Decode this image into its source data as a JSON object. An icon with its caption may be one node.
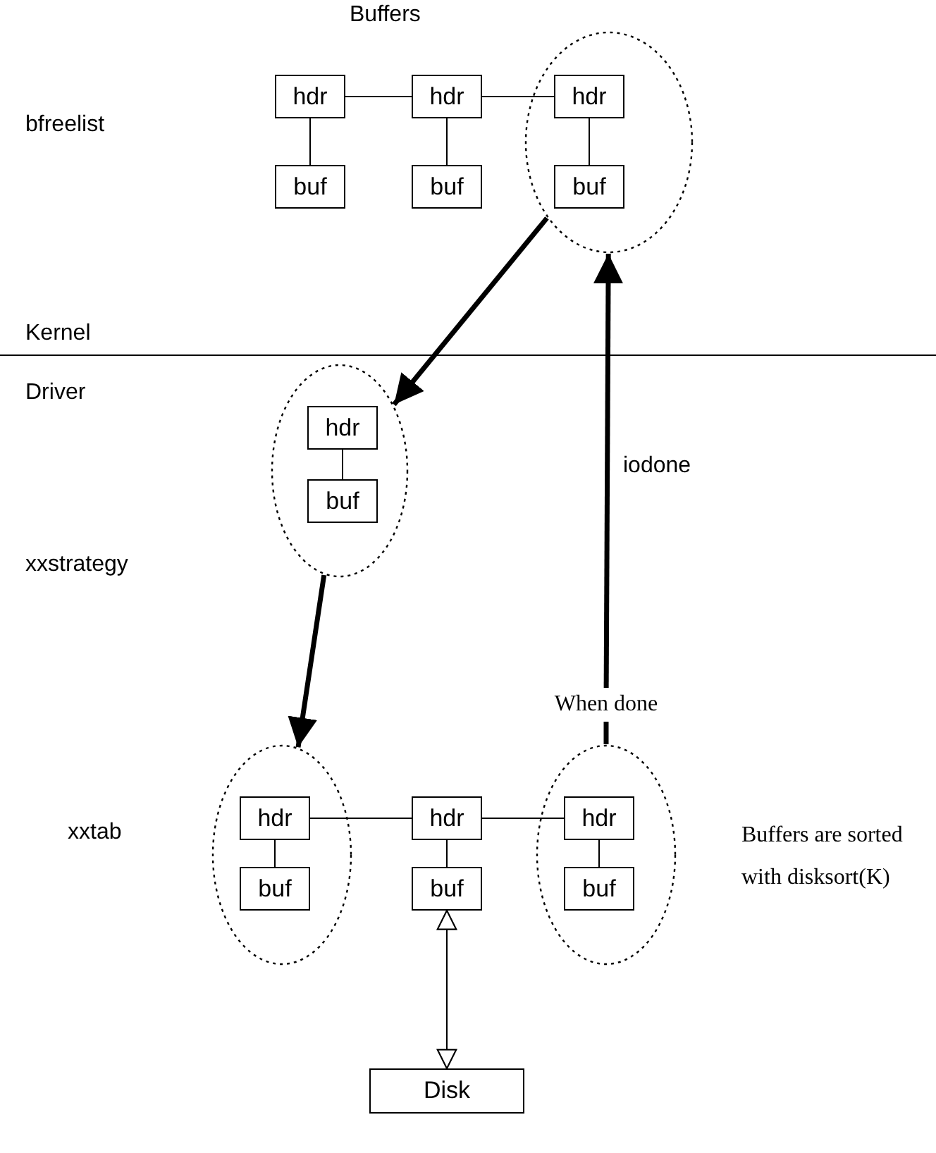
{
  "diagram": {
    "title": "Buffers",
    "nodes": [
      {
        "text": [
          "hdr"
        ]
      },
      {
        "text": [
          "buf"
        ]
      },
      {
        "text": [
          "hdr"
        ]
      },
      {
        "text": [
          "buf"
        ]
      },
      {
        "text": [],
        "shape": "ellipse"
      },
      {
        "text": [
          "hdr"
        ],
        "in": 4
      },
      {
        "text": [
          "buf"
        ],
        "in": 4
      },
      {
        "text": [],
        "shape": "ellipse"
      },
      {
        "text": [
          "hdr"
        ],
        "in": 7
      },
      {
        "text": [
          "buf"
        ],
        "in": 7
      },
      {
        "text": [],
        "shape": "ellipse"
      },
      {
        "text": [
          "hdr"
        ],
        "in": 10
      },
      {
        "text": [
          "buf"
        ],
        "in": 10
      },
      {
        "text": [
          "hdr"
        ]
      },
      {
        "text": [
          "buf"
        ]
      },
      {
        "text": [],
        "shape": "ellipse"
      },
      {
        "text": [
          "hdr"
        ],
        "in": 15
      },
      {
        "text": [
          "buf"
        ],
        "in": 15
      },
      {
        "text": [
          "When done"
        ]
      },
      {
        "text": [
          "Disk"
        ]
      }
    ],
    "edges": [
      {
        "from": 0,
        "to": 1,
        "arrow": "none"
      },
      {
        "from": 0,
        "to": 2,
        "arrow": "none"
      },
      {
        "from": 2,
        "to": 3,
        "arrow": "none"
      },
      {
        "from": 2,
        "to": 5,
        "arrow": "none"
      },
      {
        "from": 5,
        "to": 6,
        "arrow": "none"
      },
      {
        "from": 4,
        "to": 7,
        "arrow": "to",
        "style": "thick"
      },
      {
        "from": 8,
        "to": 9,
        "arrow": "none"
      },
      {
        "from": 7,
        "to": 10,
        "arrow": "to",
        "style": "thick"
      },
      {
        "from": 11,
        "to": 12,
        "arrow": "none"
      },
      {
        "from": 11,
        "to": 13,
        "arrow": "none"
      },
      {
        "from": 13,
        "to": 14,
        "arrow": "none"
      },
      {
        "from": 13,
        "to": 16,
        "arrow": "none"
      },
      {
        "from": 16,
        "to": 17,
        "arrow": "none"
      },
      {
        "from": 15,
        "to": 18,
        "arrow": "none",
        "style": "thick"
      },
      {
        "from": 18,
        "to": 4,
        "arrow": "to",
        "style": "thick",
        "label": "iodone"
      },
      {
        "from": 19,
        "to": 14,
        "arrow": "both"
      }
    ],
    "labels": [
      "bfreelist",
      "Kernel",
      "Driver",
      "xxstrategy",
      "xxtab",
      "Buffers are sorted with disksort(K)"
    ]
  }
}
